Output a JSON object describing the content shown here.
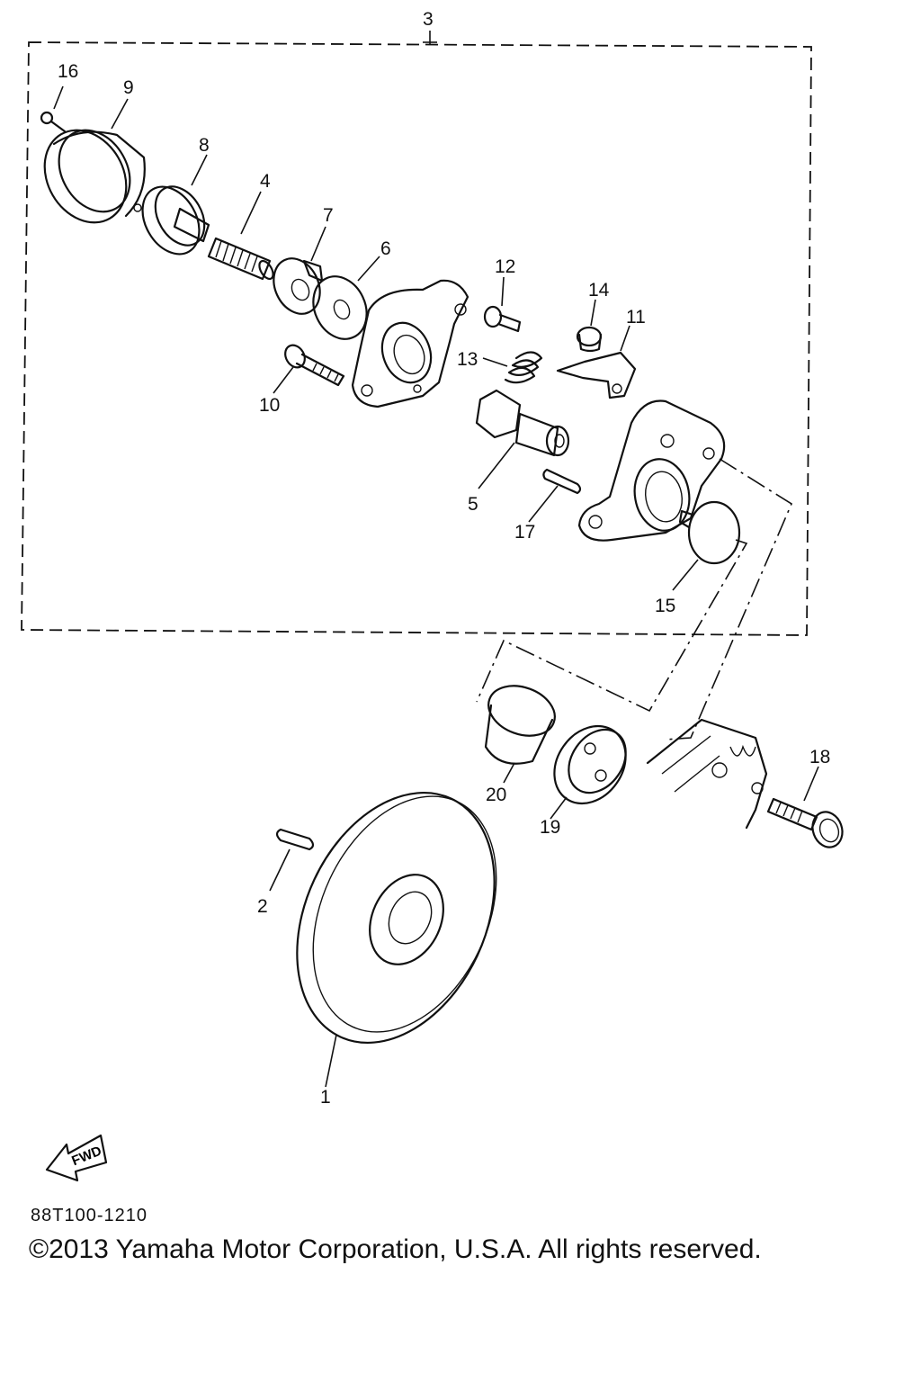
{
  "diagram": {
    "callouts": [
      {
        "id": "1",
        "text": "1"
      },
      {
        "id": "2",
        "text": "2"
      },
      {
        "id": "3",
        "text": "3"
      },
      {
        "id": "4",
        "text": "4"
      },
      {
        "id": "5",
        "text": "5"
      },
      {
        "id": "6",
        "text": "6"
      },
      {
        "id": "7",
        "text": "7"
      },
      {
        "id": "8",
        "text": "8"
      },
      {
        "id": "9",
        "text": "9"
      },
      {
        "id": "10",
        "text": "10"
      },
      {
        "id": "11",
        "text": "11"
      },
      {
        "id": "12",
        "text": "12"
      },
      {
        "id": "13",
        "text": "13"
      },
      {
        "id": "14",
        "text": "14"
      },
      {
        "id": "15",
        "text": "15"
      },
      {
        "id": "16",
        "text": "16"
      },
      {
        "id": "17",
        "text": "17"
      },
      {
        "id": "18",
        "text": "18"
      },
      {
        "id": "19",
        "text": "19"
      },
      {
        "id": "20",
        "text": "20"
      }
    ],
    "fwd_label": "FWD"
  },
  "footer": {
    "part_code": "88T100-1210",
    "copyright": "©2013 Yamaha Motor Corporation, U.S.A. All rights reserved."
  }
}
